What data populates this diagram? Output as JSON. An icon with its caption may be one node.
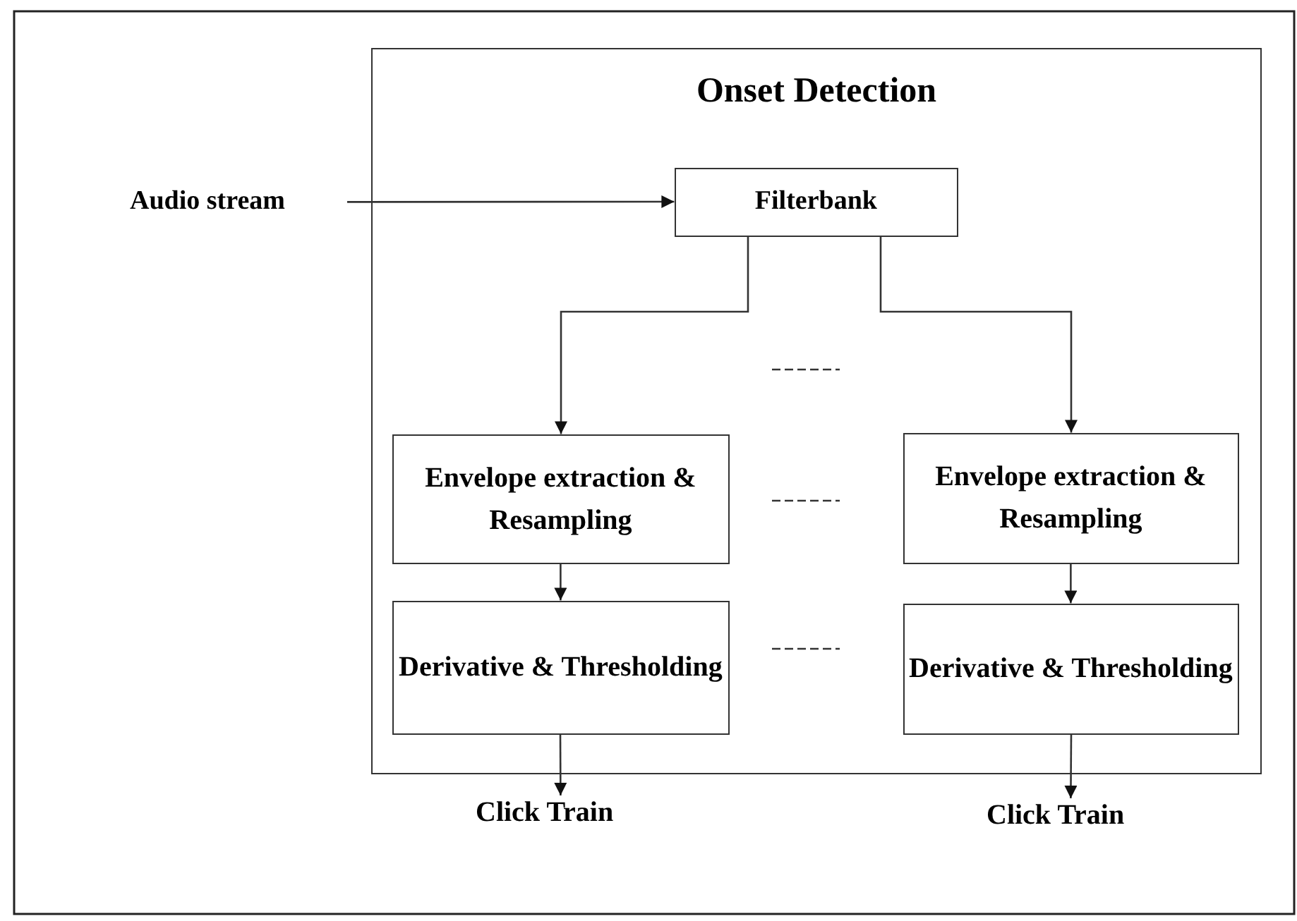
{
  "diagram": {
    "nodes": [
      {
        "text": [
          "Onset Detection"
        ]
      },
      {
        "text": [
          "Audio stream"
        ]
      },
      {
        "text": [
          "Filterbank"
        ],
        "in": 0
      },
      {
        "text": [
          "Envelope extraction & Resampling"
        ],
        "in": 0
      },
      {
        "text": [
          "Derivative & Thresholding"
        ],
        "in": 0
      },
      {
        "text": [
          "Envelope extraction & Resampling"
        ],
        "in": 0
      },
      {
        "text": [
          "Derivative & Thresholding"
        ],
        "in": 0
      },
      {
        "text": [
          "Click Train"
        ]
      },
      {
        "text": [
          "Click Train"
        ]
      }
    ],
    "edges": [
      {
        "from": 1,
        "to": 2,
        "arrow": "to"
      },
      {
        "from": 2,
        "to": 3,
        "arrow": "to"
      },
      {
        "from": 2,
        "to": 5,
        "arrow": "to"
      },
      {
        "from": 3,
        "to": 4,
        "arrow": "to"
      },
      {
        "from": 5,
        "to": 6,
        "arrow": "to"
      },
      {
        "from": 4,
        "to": 7,
        "arrow": "to"
      },
      {
        "from": 6,
        "to": 8,
        "arrow": "to"
      }
    ]
  }
}
